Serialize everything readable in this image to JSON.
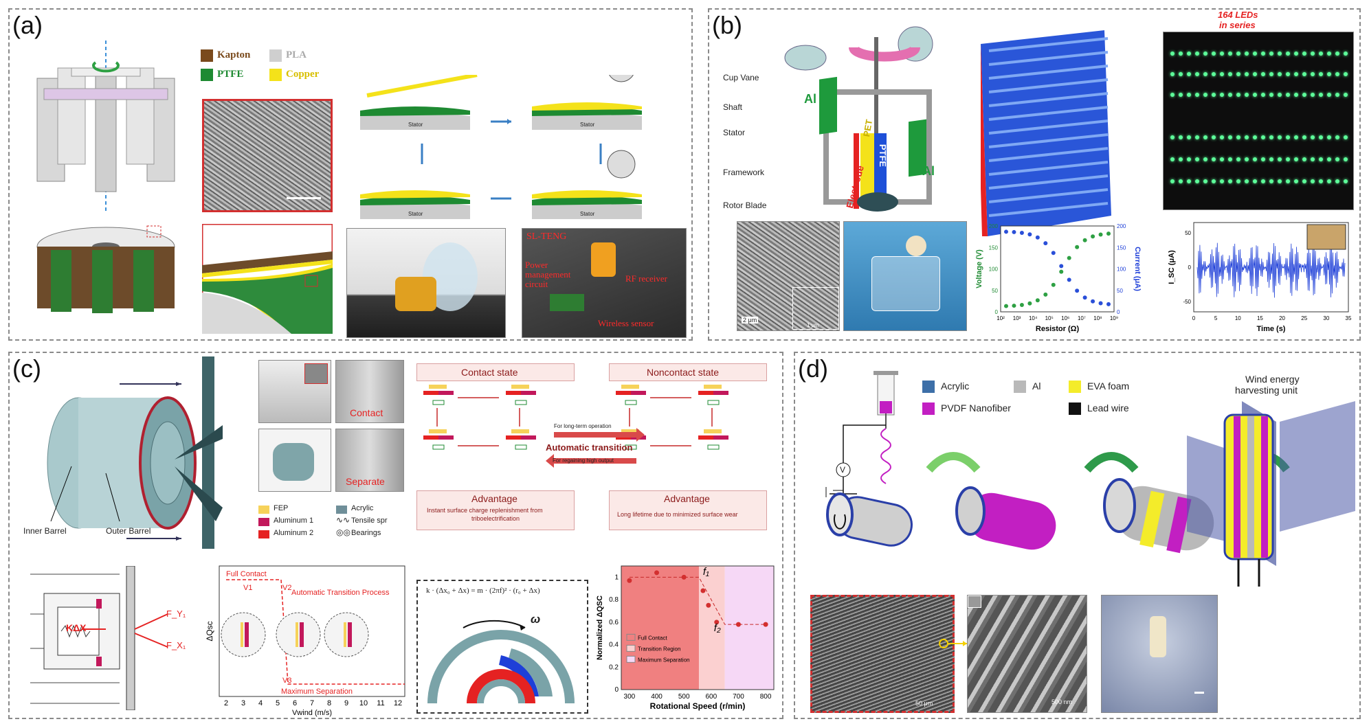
{
  "panels": {
    "a": {
      "letter": "(a)",
      "legend": [
        "Kapton",
        "PLA",
        "PTFE",
        "Copper"
      ],
      "colors": {
        "kapton": "#7a4a1c",
        "pla": "#cfcfcf",
        "ptfe": "#1e8a32",
        "copper": "#f4e21a"
      },
      "stator": "Stator",
      "photo_labels": {
        "teng": "SL-TENG",
        "power1": "Power",
        "power2": "management",
        "power3": "circuit",
        "rf": "RF receiver",
        "wireless": "Wireless sensor"
      }
    },
    "b": {
      "letter": "(b)",
      "parts": [
        "Cup Vane",
        "Shaft",
        "Stator",
        "Framework",
        "Rotor Blade"
      ],
      "material_labels": {
        "al": "Al",
        "pet": "PET",
        "ptfe": "PTFE",
        "electrode": "Electrode"
      },
      "leds_line1": "164 LEDs",
      "leds_line2": "in series",
      "sem_scale1": "2 μm",
      "sem_scale2": "1 μm",
      "chart_vr": {
        "xlabel": "Resistor (Ω)",
        "ylabel_left": "Voltage (V)",
        "ylabel_right": "Current (μA)",
        "yl_ticks": [
          "0",
          "50",
          "100",
          "150",
          "200"
        ],
        "yr_ticks": [
          "0",
          "50",
          "100",
          "150",
          "200"
        ],
        "x_ticks": [
          "10²",
          "10³",
          "10⁴",
          "10⁵",
          "10⁶",
          "10⁷",
          "10⁸",
          "10⁹"
        ]
      },
      "chart_isc": {
        "ylabel": "I_SC (μA)",
        "xlabel": "Time (s)",
        "y_ticks": [
          "50",
          "0",
          "-50"
        ],
        "x_ticks": [
          "0",
          "5",
          "10",
          "15",
          "20",
          "25",
          "30",
          "35"
        ]
      }
    },
    "c": {
      "letter": "(c)",
      "barrel_labels": {
        "inner": "Inner Barrel",
        "outer": "Outer Barrel"
      },
      "photo_labels": {
        "contact": "Contact",
        "separate": "Separate"
      },
      "contact_state": "Contact state",
      "noncontact_state": "Noncontact state",
      "long_term": "For long-term operation",
      "auto_transition": "Automatic transition",
      "regaining": "For regaining high output",
      "adv_title": "Advantage",
      "adv_left_1": "Instant surface charge replenishment from",
      "adv_left_2": "triboelectrification",
      "adv_right": "Long lifetime due to minimized surface wear",
      "legend": [
        "FEP",
        "Acrylic",
        "Aluminum 1",
        "Tensile spr",
        "Aluminum 2",
        "Bearings"
      ],
      "legend_colors": {
        "fep": "#f6d25a",
        "acrylic": "#6f8f99",
        "al1": "#c2185b",
        "al2": "#e52222"
      },
      "force_labels": {
        "kdx": "KΔX",
        "fy": "F_Y₁",
        "fx": "F_X₁"
      },
      "dq_chart": {
        "ylabel": "ΔQsc",
        "xlabel": "Vwind (m/s)",
        "x_ticks": [
          "2",
          "3",
          "4",
          "5",
          "6",
          "7",
          "8",
          "9",
          "10",
          "11",
          "12"
        ],
        "full_contact": "Full Contact",
        "auto_process": "Automatic Transition Process",
        "max_sep": "Maximum Separation",
        "v1": "V1",
        "v2": "V2",
        "v3": "V3"
      },
      "equation": "k · (Δx₀ + Δx) = m · (2πf)² · (r₀ + Δx)",
      "omega": "ω",
      "norm_chart": {
        "ylabel": "Normalized ΔQSC",
        "xlabel": "Rotational Speed (r/min)",
        "x_ticks": [
          "300",
          "400",
          "500",
          "600",
          "700",
          "800"
        ],
        "y_ticks": [
          "0",
          "0.2",
          "0.4",
          "0.6",
          "0.8",
          "1"
        ],
        "legend": [
          "Full Contact",
          "Transition Region",
          "Maximum Separation"
        ],
        "f1": "f₁",
        "f2": "f₂"
      }
    },
    "d": {
      "letter": "(d)",
      "legend": [
        "Acrylic",
        "Al",
        "EVA foam",
        "PVDF Nanofiber",
        "Lead wire"
      ],
      "legend_colors": {
        "acrylic": "#3d6fa8",
        "al": "#b9b9b9",
        "eva": "#f4ec2a",
        "pvdf": "#c21fc2",
        "lead": "#111111"
      },
      "unit_title_1": "Wind energy",
      "unit_title_2": "harvesting unit",
      "voltage_symbol": "V",
      "sem_scale1": "50 μm",
      "sem_scale2": "500 nm"
    }
  }
}
